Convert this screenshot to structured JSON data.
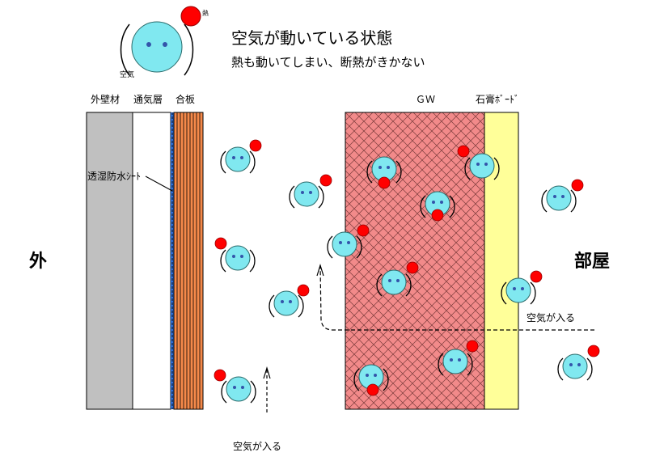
{
  "legend": {
    "title": "空気が動いている状態",
    "subtitle": "熱も動いてしまい、断熱がきかない",
    "air_label": "空気",
    "heat_label": "熱"
  },
  "layers": {
    "exterior_wall": "外壁材",
    "air_layer": "通気層",
    "plywood": "合板",
    "gw": "ＧＷ",
    "gypsum": "石膏ﾎﾞｰﾄﾞ",
    "membrane": "透湿防水ｼｰﾄ"
  },
  "sides": {
    "outside": "外",
    "room": "部屋"
  },
  "airflow": {
    "bottom_label": "空気が入る",
    "right_label": "空気が入る"
  },
  "colors": {
    "wall_gray": "#c0c0c0",
    "plywood_orange": "#f5894a",
    "membrane_blue": "#2f6fd6",
    "gw_pink": "#f28a8a",
    "gypsum_yellow": "#ffff99",
    "air_cyan": "#80e8f0",
    "heat_red": "#ff0000"
  },
  "icons": {
    "air_molecule": "air-molecule-icon",
    "heat": "heat-ball-icon"
  }
}
